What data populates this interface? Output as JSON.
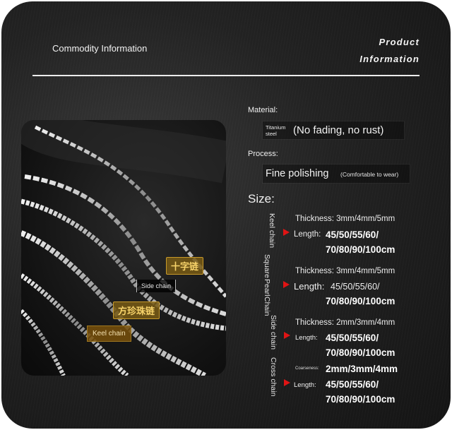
{
  "header": {
    "title": "Commodity Information",
    "right_line1": "Product",
    "right_line2": "Information"
  },
  "photo": {
    "tag_cross": "十字链",
    "tag_side": "Side chain",
    "tag_square": "方珍珠链",
    "tag_keel": "Keel chain"
  },
  "material": {
    "label": "Material:",
    "small_line1": "Titanium",
    "small_line2": "steel",
    "main": "(No fading, no rust)"
  },
  "process": {
    "label": "Process:",
    "main": "Fine polishing",
    "note": "(Comfortable to wear)"
  },
  "size": {
    "label": "Size:",
    "keel": {
      "name": "Keel chain",
      "thickness": "Thickness: 3mm/4mm/5mm",
      "length_label": "Length:",
      "length_line1": "45/50/55/60/",
      "length_line2": "70/80/90/100cm"
    },
    "square": {
      "name1": "Square",
      "name2": "Pearl",
      "name3": "Chain",
      "thickness": "Thickness: 3mm/4mm/5mm",
      "length_label": "Length:",
      "length_line1": "45/50/55/60/",
      "length_line2": "70/80/90/100cm"
    },
    "side": {
      "name": "Side chain",
      "thickness": "Thickness: 2mm/3mm/4mm",
      "length_label": "Length:",
      "length_line1": "45/50/55/60/",
      "length_line2": "70/80/90/100cm"
    },
    "cross": {
      "name": "Cross chain",
      "coarseness_label": "Coarseness:",
      "coarseness": "2mm/3mm/4mm",
      "length_label": "Length:",
      "length_line1": "45/50/55/60/",
      "length_line2": "70/80/90/100cm"
    }
  },
  "colors": {
    "gold": "#f7d36a",
    "arrow": "#e01414"
  }
}
